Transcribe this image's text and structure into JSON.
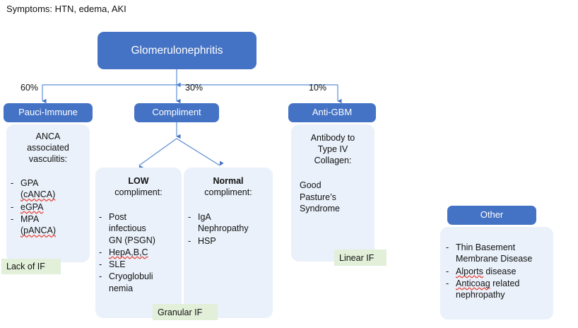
{
  "symptoms_line": "Symptoms: HTN, edema, AKI",
  "colors": {
    "node_blue": "#4472C4",
    "panel_blue": "#EAF1FA",
    "tag_green": "#E2EFD9",
    "arrow_blue": "#4472C4",
    "spellcheck_red": "#E8443A"
  },
  "root": {
    "label": "Glomerulonephritis"
  },
  "branch_percents": [
    {
      "id": "pauci",
      "value": "60%"
    },
    {
      "id": "compliment",
      "value": "30%"
    },
    {
      "id": "antigbm",
      "value": "10%"
    }
  ],
  "branches": {
    "pauci": {
      "header": "Pauci-Immune",
      "heading_lines": [
        "ANCA",
        "associated",
        "vasculitis:"
      ],
      "items": [
        {
          "lines": [
            "GPA",
            "(cANCA)"
          ],
          "misspelled": [
            "cANCA"
          ]
        },
        {
          "lines": [
            "eGPA"
          ],
          "misspelled": [
            "eGPA"
          ]
        },
        {
          "lines": [
            "MPA",
            "(pANCA)"
          ],
          "misspelled": [
            "pANCA"
          ]
        }
      ],
      "tag": "Lack of IF"
    },
    "compliment": {
      "header": "Compliment",
      "children": [
        {
          "id": "low",
          "title_bold": "LOW",
          "title_rest": "compliment:",
          "items": [
            {
              "lines": [
                "Post",
                "infectious",
                "GN (PSGN)"
              ],
              "misspelled": []
            },
            {
              "lines": [
                "HepA,B,C"
              ],
              "misspelled": [
                "HepA,B,C"
              ]
            },
            {
              "lines": [
                "SLE"
              ],
              "misspelled": []
            },
            {
              "lines": [
                "Cryoglobuli",
                "nemia"
              ],
              "misspelled": []
            }
          ]
        },
        {
          "id": "normal",
          "title_bold": "Normal",
          "title_rest": "compliment:",
          "items": [
            {
              "lines": [
                "IgA",
                "Nephropathy"
              ],
              "misspelled": []
            },
            {
              "lines": [
                "HSP"
              ],
              "misspelled": []
            }
          ]
        }
      ],
      "tag": "Granular IF"
    },
    "antigbm": {
      "header": "Anti-GBM",
      "heading_lines": [
        "Antibody to",
        "Type IV",
        "Collagen:"
      ],
      "body_lines": [
        "Good",
        "Pasture’s",
        "Syndrome"
      ],
      "tag": "Linear IF"
    },
    "other": {
      "header": "Other",
      "items": [
        {
          "lines": [
            "Thin Basement",
            "Membrane Disease"
          ],
          "misspelled": []
        },
        {
          "lines": [
            "Alports disease"
          ],
          "misspelled": [
            "Alports"
          ]
        },
        {
          "lines": [
            "Anticoag related",
            "nephropathy"
          ],
          "misspelled": [
            "Anticoag"
          ]
        }
      ]
    }
  }
}
